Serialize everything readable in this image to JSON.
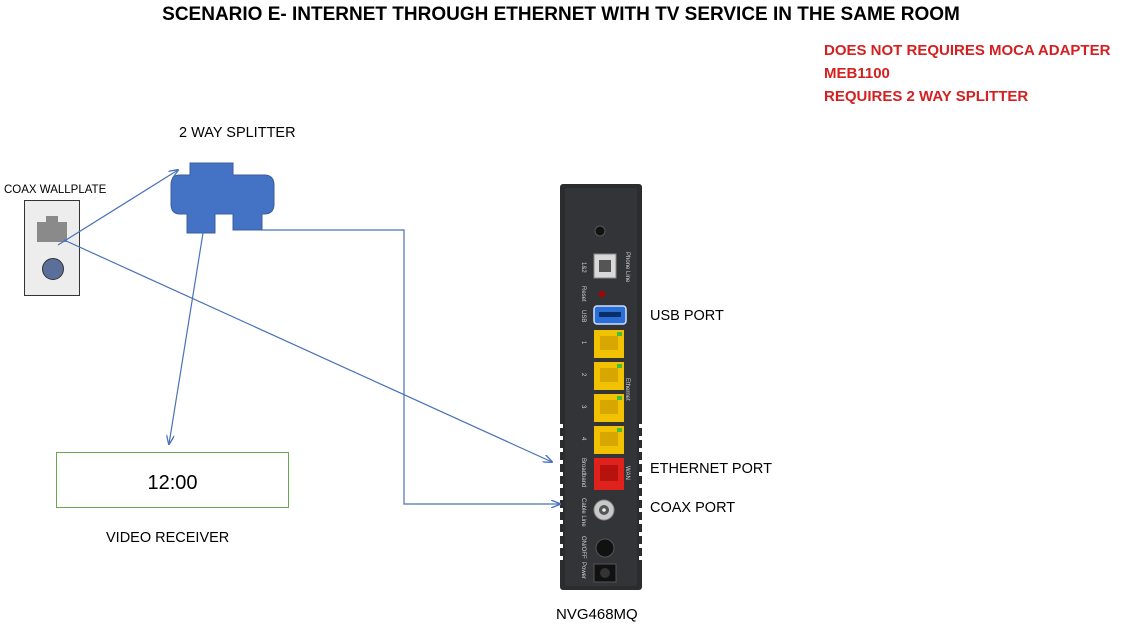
{
  "title": "SCENARIO  E- INTERNET THROUGH ETHERNET WITH TV SERVICE IN THE SAME ROOM",
  "notes": [
    "DOES NOT REQUIRES MOCA ADAPTER",
    "MEB1100",
    "REQUIRES  2 WAY SPLITTER"
  ],
  "labels": {
    "splitter": "2 WAY SPLITTER",
    "wallplate": "COAX WALLPLATE",
    "receiver": "VIDEO RECEIVER",
    "receiver_time": "12:00",
    "usb_port": "USB PORT",
    "ethernet_port": "ETHERNET PORT",
    "coax_port": "COAX PORT",
    "gateway": "NVG468MQ"
  },
  "device_labels": {
    "phone_line": "Phone Line",
    "reset": "Reset",
    "usb": "USB",
    "ethernet": "Ethernet",
    "broadband": "Broadband",
    "cable_line": "Cable Line",
    "power": "Power",
    "on_off": "ON/OFF",
    "wan": "WAN",
    "lan_ports": [
      "1",
      "2",
      "3",
      "4"
    ],
    "line_12": "1&2"
  },
  "colors": {
    "note": "#d42020",
    "splitter": "#4472c4",
    "wire": "#4a72b8",
    "receiver_border": "#6aa84f",
    "device_body": "#2b2c2e",
    "port_yellow": "#f2c200",
    "port_red": "#e0221c"
  }
}
